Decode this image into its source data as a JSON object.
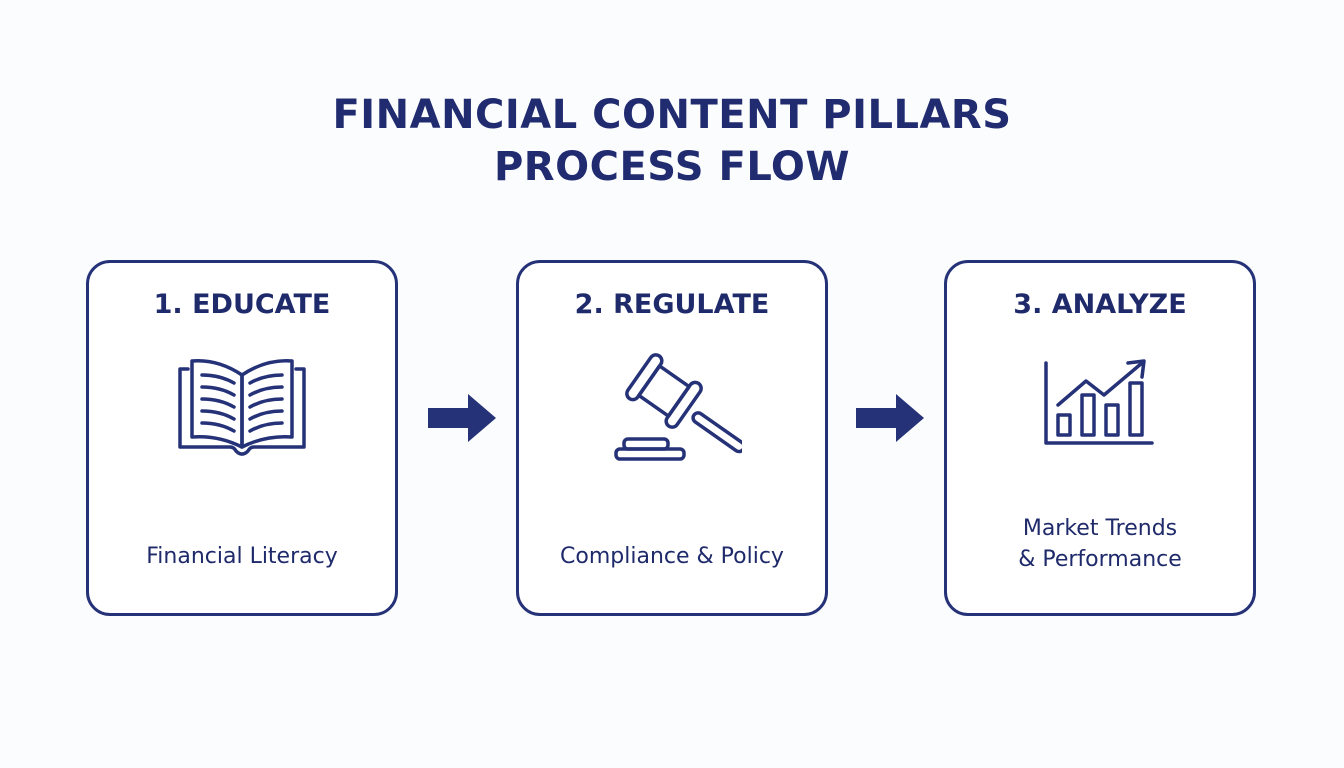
{
  "title": {
    "line1": "FINANCIAL CONTENT PILLARS",
    "line2": "PROCESS FLOW"
  },
  "steps": [
    {
      "heading": "1. EDUCATE",
      "icon": "open-book-icon",
      "subtitle_lines": [
        "Financial Literacy"
      ]
    },
    {
      "heading": "2. REGULATE",
      "icon": "gavel-icon",
      "subtitle_lines": [
        "Compliance & Policy"
      ]
    },
    {
      "heading": "3. ANALYZE",
      "icon": "bar-chart-trend-icon",
      "subtitle_lines": [
        "Market Trends",
        "& Performance"
      ]
    }
  ],
  "connectors": [
    "arrow-right-icon",
    "arrow-right-icon"
  ],
  "colors": {
    "primary": "#253278",
    "text": "#1f2a6b",
    "background": "#fbfcfd",
    "card_fill": "#ffffff"
  }
}
